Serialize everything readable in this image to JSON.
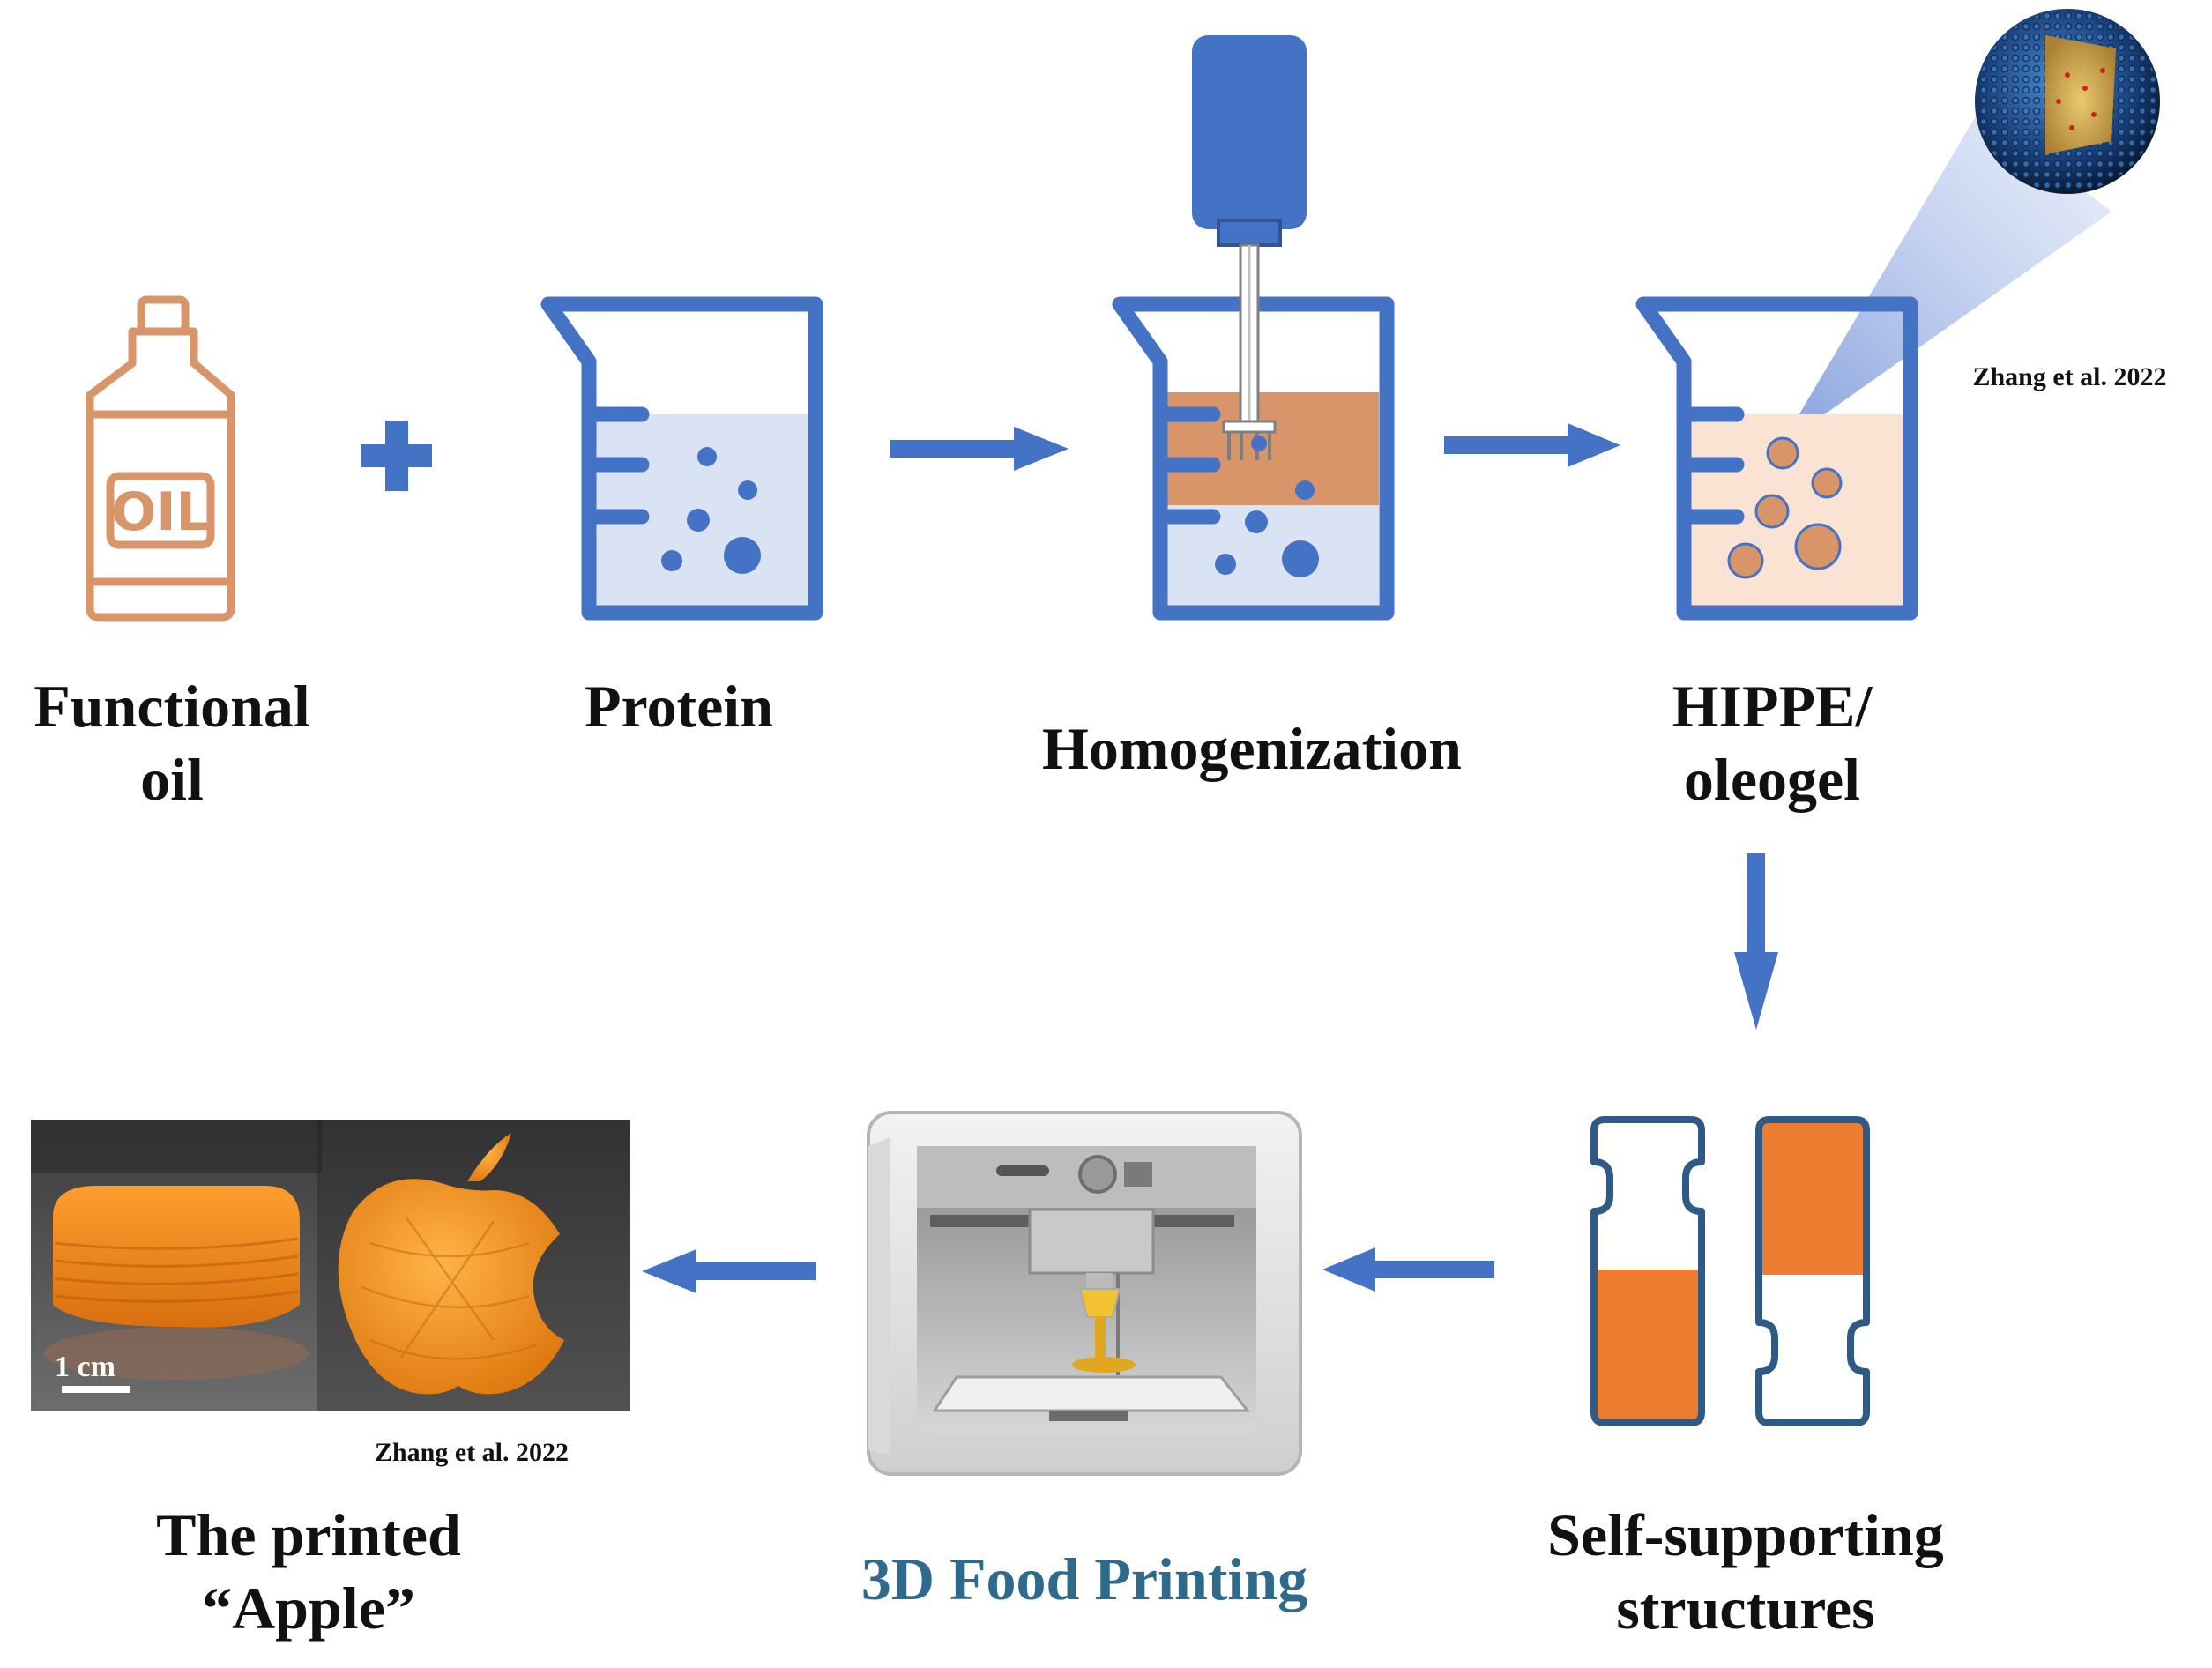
{
  "labels": {
    "oil_line1": "Functional",
    "oil_line2": "oil",
    "oil_bottle_text": "OIL",
    "plus": "+",
    "protein": "Protein",
    "homogenization": "Homogenization",
    "hippe_line1": "HIPPE/",
    "hippe_line2": "oleogel",
    "self_line1": "Self-supporting",
    "self_line2": "structures",
    "printing": "3D Food Printing",
    "apple_line1": "The printed",
    "apple_line2": "“Apple”",
    "scale_bar": "1 cm",
    "citation_top": "Zhang et al. 2022",
    "citation_bottom": "Zhang et al. 2022"
  },
  "colors": {
    "beaker_blue": "#4472c4",
    "water": "#dae3f3",
    "oil_orange": "#d9956a",
    "oil_light": "#fbe3d3",
    "vial_orange": "#ed7d31",
    "vial_outline": "#2e5a85",
    "printing_text": "#2d6a8c"
  },
  "icons": {
    "oil": "oil-bottle-icon",
    "protein": "beaker-icon",
    "homogenizer": "homogenizer-icon",
    "hippe": "beaker-icon",
    "vials": "vial-icon",
    "printer": "3d-printer-icon",
    "droplet": "droplet-sphere-icon"
  }
}
